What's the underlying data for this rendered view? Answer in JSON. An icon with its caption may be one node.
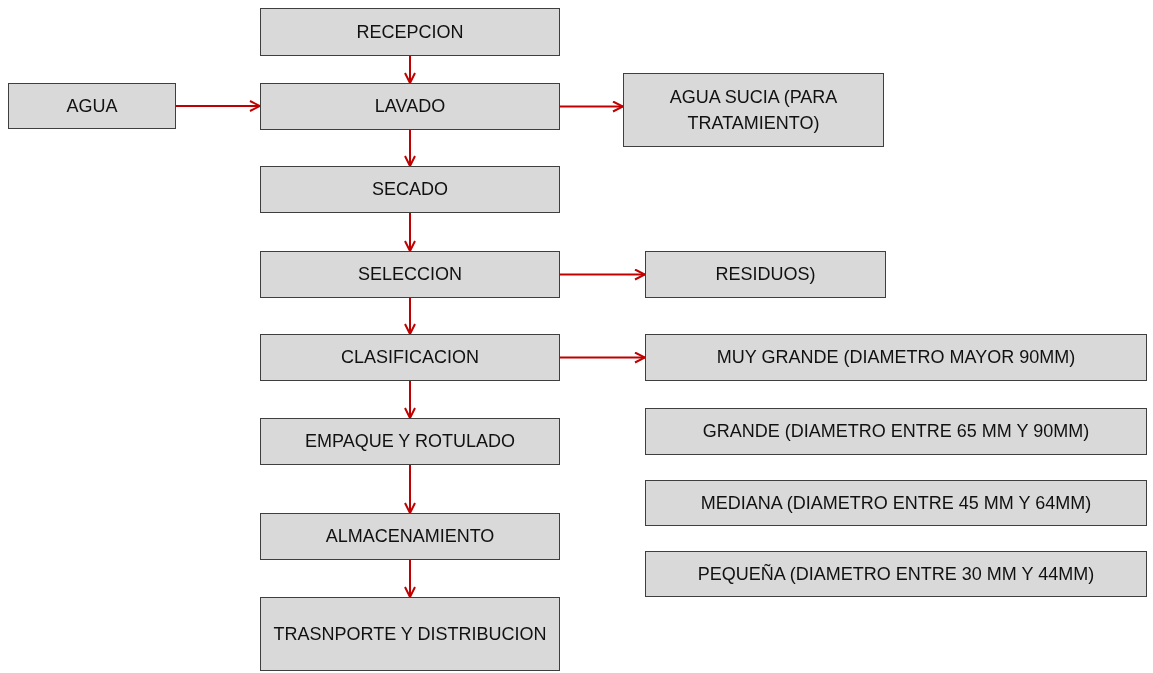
{
  "diagram": {
    "nodes": [
      {
        "text": [
          "RECEPCION"
        ]
      },
      {
        "text": [
          "AGUA"
        ]
      },
      {
        "text": [
          "LAVADO"
        ]
      },
      {
        "text": [
          "AGUA SUCIA (PARA TRATAMIENTO)"
        ]
      },
      {
        "text": [
          "SECADO"
        ]
      },
      {
        "text": [
          "SELECCION"
        ]
      },
      {
        "text": [
          "RESIDUOS)"
        ]
      },
      {
        "text": [
          "CLASIFICACION"
        ]
      },
      {
        "text": [
          "MUY GRANDE (DIAMETRO MAYOR 90MM)"
        ]
      },
      {
        "text": [
          "EMPAQUE Y ROTULADO"
        ]
      },
      {
        "text": [
          "GRANDE (DIAMETRO ENTRE 65 MM Y 90MM)"
        ]
      },
      {
        "text": [
          "ALMACENAMIENTO"
        ]
      },
      {
        "text": [
          "MEDIANA (DIAMETRO ENTRE 45 MM Y 64MM)"
        ]
      },
      {
        "text": [
          "PEQUEÑA (DIAMETRO ENTRE 30 MM Y 44MM)"
        ]
      },
      {
        "text": [
          "TRASNPORTE Y DISTRIBUCION"
        ]
      }
    ],
    "edges": [
      {
        "from": 0,
        "to": 2,
        "arrow": "to"
      },
      {
        "from": 1,
        "to": 2,
        "arrow": "to"
      },
      {
        "from": 2,
        "to": 3,
        "arrow": "to"
      },
      {
        "from": 2,
        "to": 4,
        "arrow": "to"
      },
      {
        "from": 4,
        "to": 5,
        "arrow": "to"
      },
      {
        "from": 5,
        "to": 6,
        "arrow": "to"
      },
      {
        "from": 5,
        "to": 7,
        "arrow": "to"
      },
      {
        "from": 7,
        "to": 8,
        "arrow": "to"
      },
      {
        "from": 7,
        "to": 9,
        "arrow": "to"
      },
      {
        "from": 9,
        "to": 11,
        "arrow": "to"
      },
      {
        "from": 11,
        "to": 14,
        "arrow": "to"
      }
    ]
  }
}
